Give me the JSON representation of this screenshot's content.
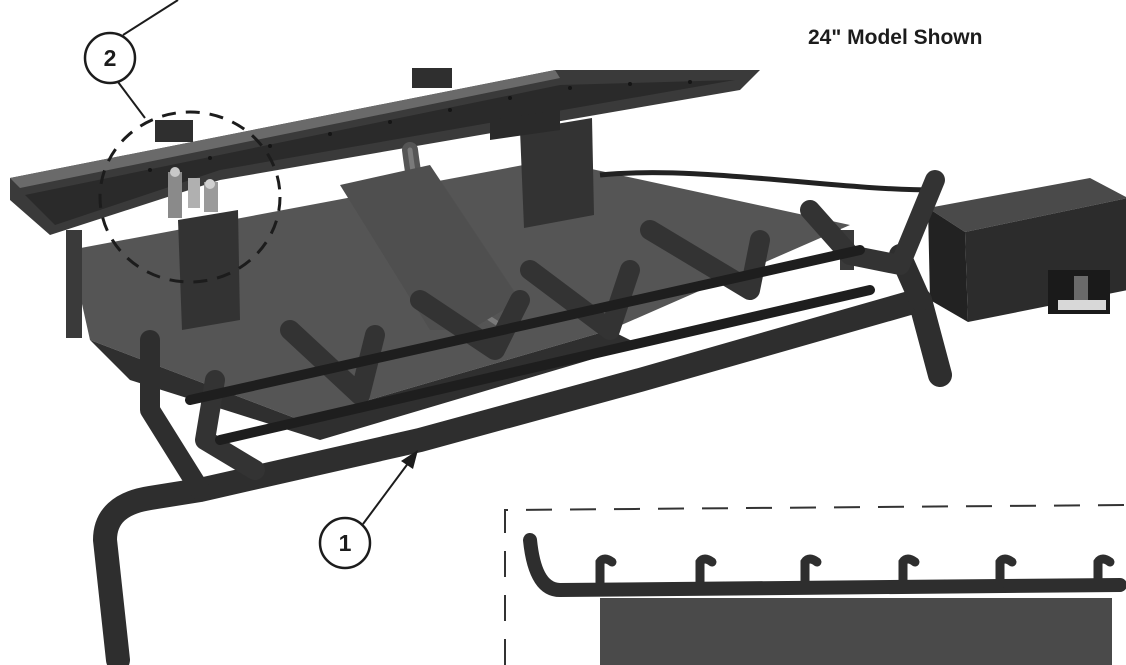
{
  "caption": "24\" Model Shown",
  "callouts": [
    {
      "number": "1",
      "part": "grate"
    },
    {
      "number": "2",
      "part": "burner-valve-area"
    }
  ],
  "colors": {
    "metal_dark": "#2e2e2e",
    "metal_mid": "#4a4a4a",
    "metal_light": "#6a6a6a",
    "ink": "#1c1c1c",
    "background": "#ffffff"
  }
}
